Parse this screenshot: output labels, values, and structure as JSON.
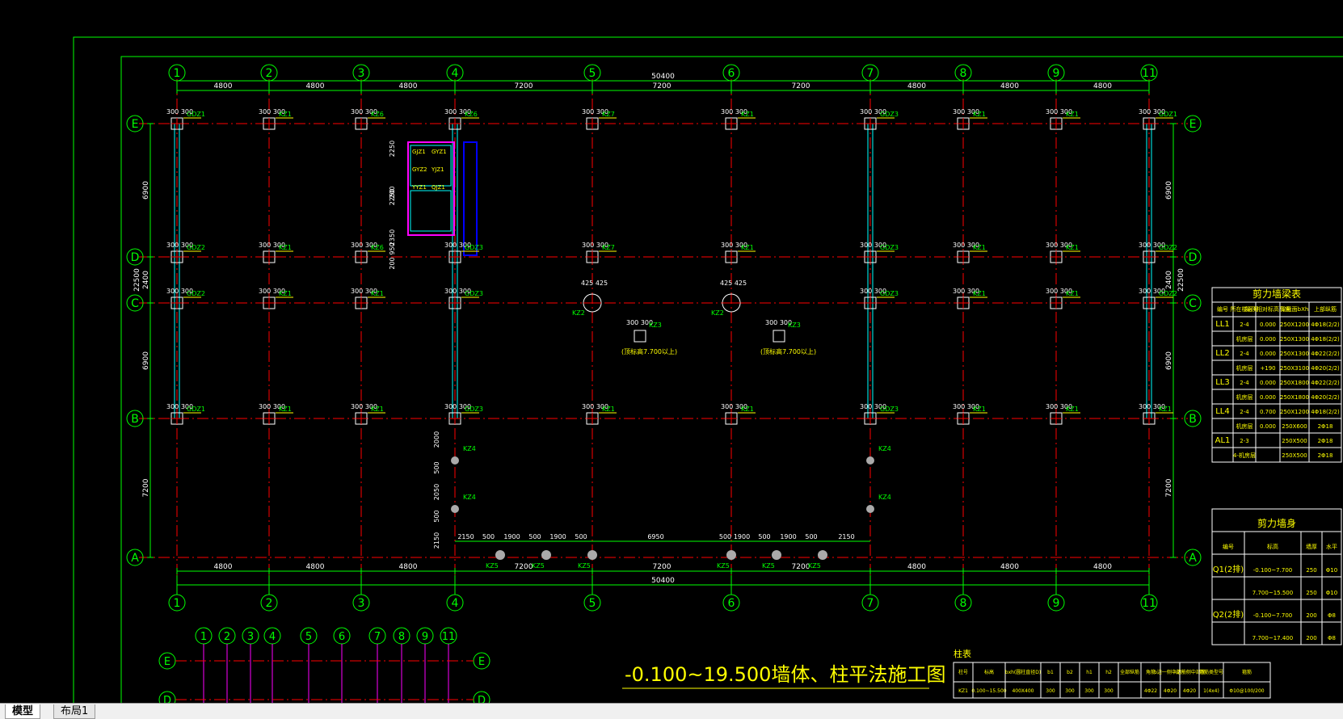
{
  "drawing": {
    "title": "-0.100~19.500墙体、柱平法施工图",
    "axes_x": [
      "1",
      "2",
      "3",
      "4",
      "5",
      "6",
      "7",
      "8",
      "9",
      "11"
    ],
    "axes_y": [
      "E",
      "D",
      "C",
      "B",
      "A"
    ],
    "span_x": [
      "4800",
      "4800",
      "4800",
      "7200",
      "7200",
      "7200",
      "4800",
      "4800",
      "4800"
    ],
    "total_x": "50400",
    "bottom_spans": [
      "4800",
      "4800",
      "4800",
      "7200",
      "7200",
      "7200",
      "4800",
      "4800",
      "4800"
    ],
    "bottom_total": "50400",
    "span_y_left": [
      "6900",
      "2400",
      "6900",
      "7200"
    ],
    "total_y_left": "22500",
    "col_dims": "300 300",
    "col_labels": {
      "kz1": "KZ1",
      "kz6": "KZ6",
      "kz7": "KZ7",
      "gdz1": "GDZ1",
      "gdz2": "GDZ2",
      "gdz3": "GDZ3",
      "kz3": "KZ3",
      "kz4": "KZ4",
      "kz5": "KZ5"
    },
    "round_dims": "425 425",
    "round_note": "(顶标高7.700以上)",
    "bottom_row_dims": [
      "2150",
      "500",
      "1900",
      "500",
      "1900",
      "500",
      "6950",
      "500",
      "1900",
      "500",
      "1900",
      "500",
      "2150"
    ],
    "wall_dims_left": [
      "2000",
      "500",
      "2050",
      "500",
      "2150"
    ],
    "stair_dims": [
      "2250",
      "200",
      "2250",
      "2350",
      "950",
      "200"
    ],
    "stair_labels": [
      "GJZ1",
      "GYZ1",
      "GYZ2",
      "YJZ1",
      "YYZ1",
      "QJZ1"
    ],
    "detail_axes": [
      "1",
      "2",
      "3",
      "4",
      "5",
      "6",
      "7",
      "8",
      "9",
      "11"
    ],
    "detail_axes_y": [
      "E",
      "D"
    ]
  },
  "table_ll": {
    "title": "剪力墙梁表",
    "headers": [
      "编号",
      "所在楼层号",
      "梁顶相对标高高差",
      "梁截面bXh",
      "上部纵筋"
    ],
    "rows": [
      {
        "id": "LL1",
        "floor": "2-4",
        "dh": "0.000",
        "bxh": "250X1200",
        "top": "4Φ18(2/2)"
      },
      {
        "id": "",
        "floor": "机房层",
        "dh": "0.000",
        "bxh": "250X1300",
        "top": "4Φ18(2/2)"
      },
      {
        "id": "LL2",
        "floor": "2-4",
        "dh": "0.000",
        "bxh": "250X1300",
        "top": "4Φ22(2/2)"
      },
      {
        "id": "",
        "floor": "机房层",
        "dh": "+190",
        "bxh": "250X3100",
        "top": "4Φ20(2/2)"
      },
      {
        "id": "LL3",
        "floor": "2-4",
        "dh": "0.000",
        "bxh": "250X1800",
        "top": "4Φ22(2/2)"
      },
      {
        "id": "",
        "floor": "机房层",
        "dh": "0.000",
        "bxh": "250X1800",
        "top": "4Φ20(2/2)"
      },
      {
        "id": "LL4",
        "floor": "2-4",
        "dh": "0.700",
        "bxh": "250X1200",
        "top": "4Φ18(2/2)"
      },
      {
        "id": "",
        "floor": "机房层",
        "dh": "0.000",
        "bxh": "250X600",
        "top": "2Φ18"
      },
      {
        "id": "AL1",
        "floor": "2-3",
        "dh": "",
        "bxh": "250X500",
        "top": "2Φ18"
      },
      {
        "id": "",
        "floor": "4-机房层",
        "dh": "",
        "bxh": "250X500",
        "top": "2Φ18"
      }
    ]
  },
  "table_q": {
    "title": "剪力墙身",
    "headers": [
      "编号",
      "标高",
      "墙厚",
      "水平"
    ],
    "rows": [
      {
        "id": "Q1(2排)",
        "elev": "-0.100~7.700",
        "t": "250",
        "h": "Φ10"
      },
      {
        "id": "",
        "elev": "7.700~15.500",
        "t": "250",
        "h": "Φ10"
      },
      {
        "id": "Q2(2排)",
        "elev": "-0.100~7.700",
        "t": "200",
        "h": "Φ8"
      },
      {
        "id": "",
        "elev": "7.700~17.400",
        "t": "200",
        "h": "Φ8"
      }
    ]
  },
  "table_col": {
    "title": "柱表",
    "headers": [
      "柱号",
      "标高",
      "bxh(圆柱直径D)",
      "b1",
      "b2",
      "h1",
      "h2",
      "全部纵筋",
      "角筋",
      "b边一侧中部筋",
      "h边一侧中部筋",
      "箍筋类型号",
      "箍筋"
    ],
    "row": [
      "KZ1",
      "0.100~15.500",
      "400X400",
      "300",
      "300",
      "300",
      "300",
      "",
      "4Φ22",
      "4Φ20",
      "4Φ20",
      "1(4x4)",
      "Φ10@100/200"
    ]
  },
  "tabs": {
    "model": "模型",
    "layout1": "布局1"
  },
  "colors": {
    "bg": "#000000",
    "frame": "#00ff00",
    "axis": "#ff0000",
    "dim": "#ffffff",
    "bubble": "#00ff00",
    "column": "#ff0000",
    "wall": "#00ffff",
    "tag": "#ffff00",
    "title": "#ffff00"
  }
}
